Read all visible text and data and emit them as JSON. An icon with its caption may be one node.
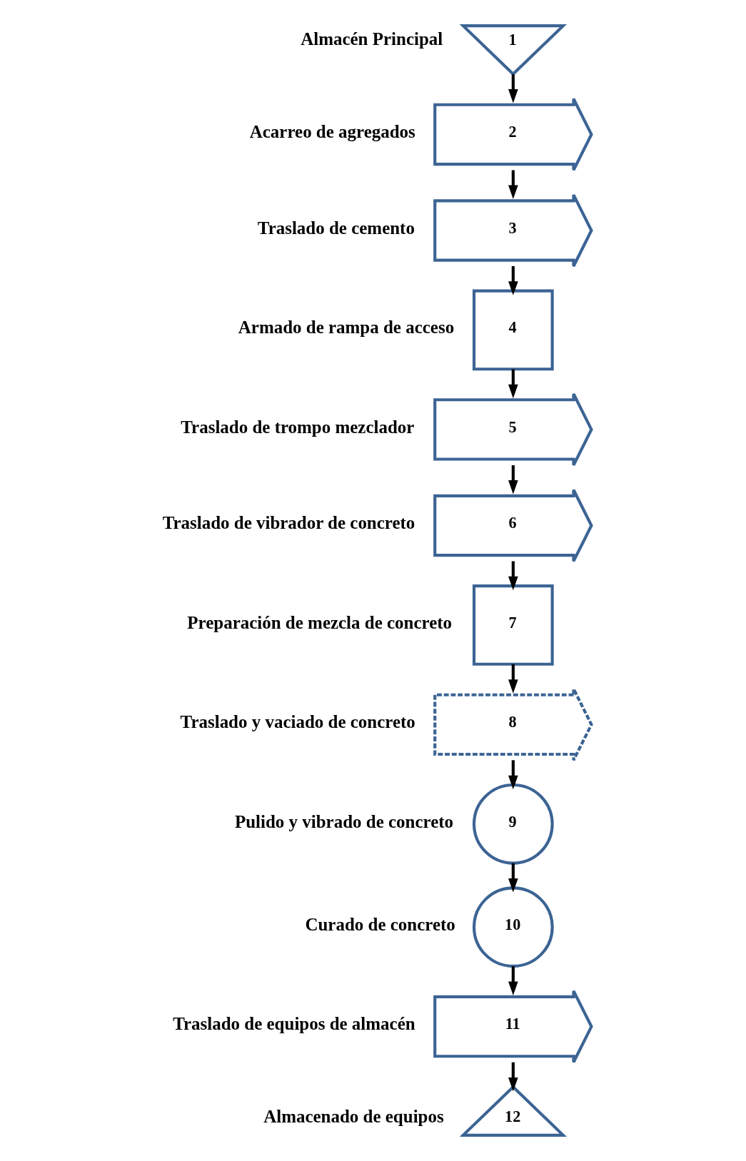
{
  "diagram": {
    "nodes": [
      {
        "text": [
          "1"
        ],
        "beside": [
          "Almacén Principal"
        ]
      },
      {
        "text": [
          "2"
        ],
        "beside": [
          "Acarreo de agregados"
        ]
      },
      {
        "text": [
          "3"
        ],
        "beside": [
          "Traslado de cemento"
        ]
      },
      {
        "text": [
          "4"
        ],
        "beside": [
          "Armado de rampa de acceso"
        ]
      },
      {
        "text": [
          "5"
        ],
        "beside": [
          "Traslado de trompo mezclador"
        ]
      },
      {
        "text": [
          "6"
        ],
        "beside": [
          "Traslado de vibrador de concreto"
        ]
      },
      {
        "text": [
          "7"
        ],
        "beside": [
          "Preparación de mezcla de concreto"
        ]
      },
      {
        "text": [
          "8"
        ],
        "beside": [
          "Traslado y vaciado de concreto"
        ]
      },
      {
        "text": [
          "9"
        ],
        "beside": [
          "Pulido y vibrado de concreto"
        ]
      },
      {
        "text": [
          "10"
        ],
        "beside": [
          "Curado de concreto"
        ]
      },
      {
        "text": [
          "11"
        ],
        "beside": [
          "Traslado de equipos de almacén"
        ]
      },
      {
        "text": [
          "12"
        ],
        "beside": [
          "Almacenado de equipos"
        ]
      }
    ],
    "edges": [
      {
        "from": 0,
        "to": 1,
        "arrow": "to"
      },
      {
        "from": 1,
        "to": 2,
        "arrow": "to"
      },
      {
        "from": 2,
        "to": 3,
        "arrow": "to"
      },
      {
        "from": 3,
        "to": 4,
        "arrow": "to"
      },
      {
        "from": 4,
        "to": 5,
        "arrow": "to"
      },
      {
        "from": 5,
        "to": 6,
        "arrow": "to"
      },
      {
        "from": 6,
        "to": 7,
        "arrow": "to"
      },
      {
        "from": 7,
        "to": 8,
        "arrow": "to"
      },
      {
        "from": 8,
        "to": 9,
        "arrow": "to"
      },
      {
        "from": 9,
        "to": 10,
        "arrow": "to"
      },
      {
        "from": 10,
        "to": 11,
        "arrow": "to"
      }
    ]
  }
}
